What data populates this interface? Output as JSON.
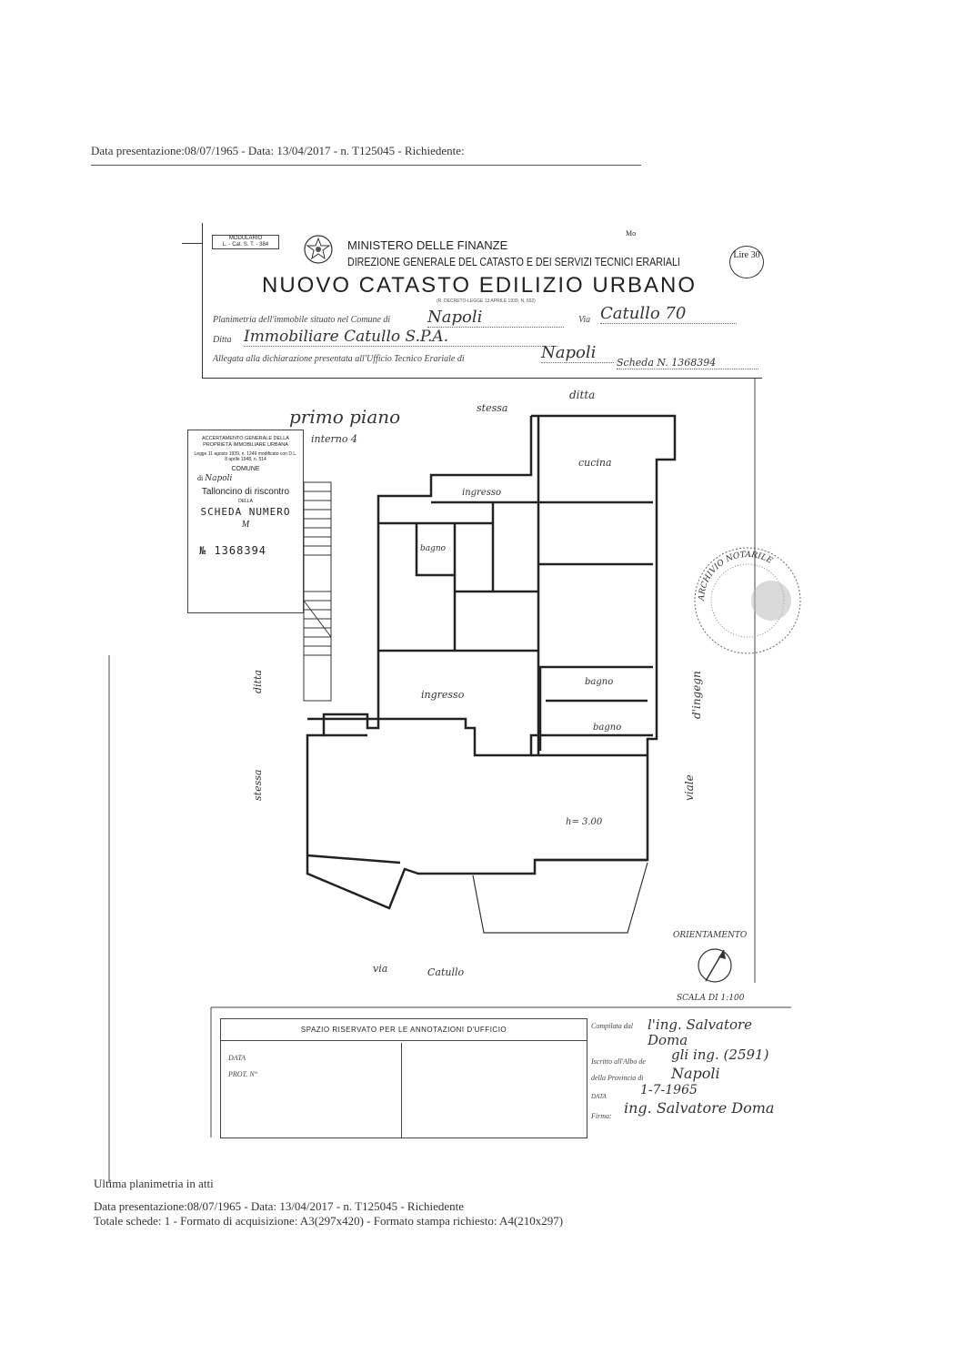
{
  "top_header": "Data presentazione:08/07/1965 - Data: 13/04/2017 - n. T125045 - Richiedente:",
  "form": {
    "modulario": "MODULARIO",
    "modulario_code": "L. - Cat. S. T. - 384",
    "ministry": "MINISTERO DELLE FINANZE",
    "direzione": "DIREZIONE GENERALE DEL CATASTO E DEI SERVIZI TECNICI ERARIALI",
    "title": "NUOVO CATASTO EDILIZIO URBANO",
    "law_ref": "(R. DECRETO-LEGGE 13 APRILE 1939, N. 652)",
    "stamp_value": "Lire 30",
    "mod_mark": "Mo",
    "planimetria_label": "Planimetria dell'immobile situato nel Comune di",
    "comune_value": "Napoli",
    "via_label": "Via",
    "via_value": "Catullo 70",
    "ditta_label": "Ditta",
    "ditta_value": "Immobiliare Catullo S.P.A.",
    "allegata_label": "Allegata alla dichiarazione presentata all'Ufficio Tecnico Erariale di",
    "ufficio_value": "Napoli",
    "scheda_value": "Scheda N. 1368394"
  },
  "talloncino": {
    "line1": "ACCERTAMENTO GENERALE DELLA PROPRIETÀ IMMOBILIARE URBANA",
    "line2": "Legge 11 agosto 1939, n. 1249 modificato con D.L. 8 aprile 1948, n. 514",
    "comune": "COMUNE",
    "di": "di",
    "di_value": "Napoli",
    "title": "Talloncino di riscontro",
    "della": "DELLA",
    "scheda": "SCHEDA NUMERO",
    "m": "M",
    "number": "№ 1368394"
  },
  "plan": {
    "floor": "primo piano",
    "interno": "interno 4",
    "stessa": "stessa",
    "ditta_top": "ditta",
    "cucina": "cucina",
    "ingresso_top": "ingresso",
    "bagno1": "bagno",
    "ingresso_main": "ingresso",
    "bagno2": "bagno",
    "bagno3": "bagno",
    "height": "h= 3.00",
    "ditta_left": "ditta",
    "stessa_left": "stessa",
    "viale": "viale",
    "ingegn": "d'ingegn",
    "via_catullo_1": "via",
    "via_catullo_2": "Catullo",
    "orientamento": "ORIENTAMENTO",
    "scala": "SCALA DI 1:100"
  },
  "stamp": {
    "text": "ARCHIVIO NOTARILE"
  },
  "office": {
    "spazio": "SPAZIO RISERVATO PER LE ANNOTAZIONI D'UFFICIO",
    "data": "DATA",
    "prot": "PROT. N°",
    "compilata_label": "Compilata dal",
    "compilata_value": "l'ing. Salvatore Doma",
    "iscritto_label": "Iscritto all'Albo de",
    "iscritto_value": "gli ing. (2591)",
    "provincia_label": "della Provincia di",
    "provincia_value": "Napoli",
    "data_label": "DATA",
    "data_value": "1-7-1965",
    "firma_label": "Firma:",
    "firma_value": "ing. Salvatore Doma"
  },
  "footer": {
    "line1": "Ultima planimetria in atti",
    "line2": "Data presentazione:08/07/1965 - Data: 13/04/2017 - n. T125045 - Richiedente",
    "line3": "Totale schede: 1 - Formato di acquisizione: A3(297x420) - Formato stampa richiesto: A4(210x297)"
  }
}
